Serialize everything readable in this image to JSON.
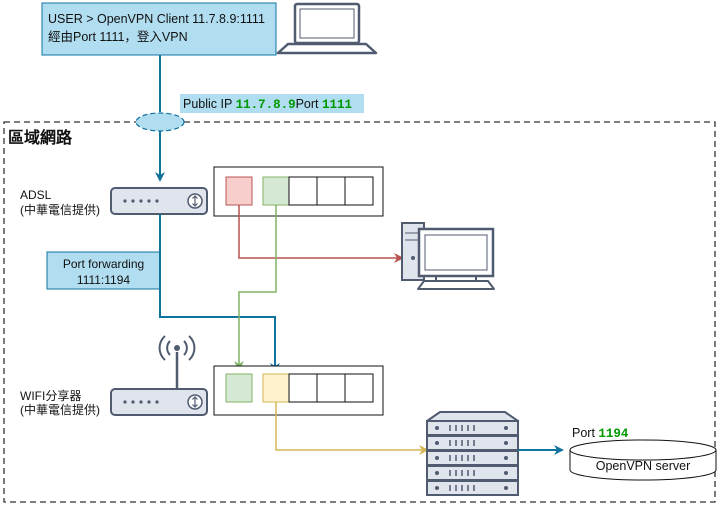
{
  "user_box": {
    "line1": "USER > OpenVPN Client 11.7.8.9:1111",
    "line2": "經由Port 1111，登入VPN"
  },
  "public_ip": {
    "label": "Public IP ",
    "ip": "11.7.8.9",
    "port_label": "Port ",
    "port": "1111"
  },
  "lan_label": "區域網路",
  "adsl": {
    "name": "ADSL",
    "sub": "(中華電信提供)"
  },
  "port_forwarding": {
    "line1": "Port forwarding",
    "line2": "1111:1194"
  },
  "wifi": {
    "name": "WIFI分享器",
    "sub": "(中華電信提供)"
  },
  "server": {
    "port_label": "Port ",
    "port": "1194",
    "name": "OpenVPN server"
  },
  "colors": {
    "blue_link": "#10739e",
    "red_link": "#b85450",
    "green_link": "#82b366",
    "yellow_link": "#d6b656",
    "red_port": "#f8cecc",
    "green_port": "#d5e8d4",
    "yellow_port": "#fff2cc",
    "label_fill": "#b1ddf0",
    "device_fill": "#e0e4ec",
    "port_text_green": "#009900"
  }
}
